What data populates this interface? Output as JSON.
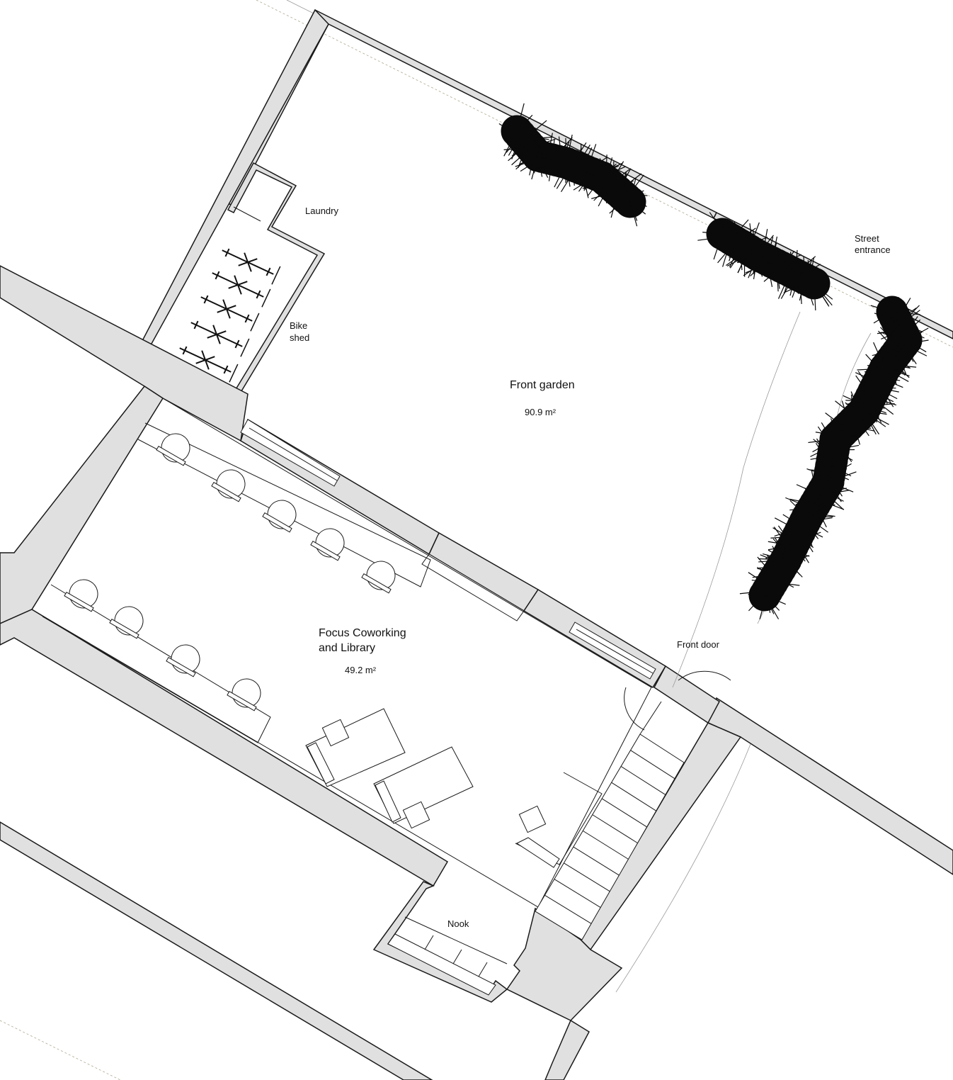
{
  "rooms": {
    "laundry": {
      "label": "Laundry"
    },
    "bike_shed": {
      "label_line1": "Bike",
      "label_line2": "shed"
    },
    "front_garden": {
      "label": "Front garden",
      "area": "90.9 m²"
    },
    "street_entrance": {
      "label_line1": "Street",
      "label_line2": "entrance"
    },
    "front_door": {
      "label": "Front door"
    },
    "coworking": {
      "label_line1": "Focus Coworking",
      "label_line2": "and Library",
      "area": "49.2 m²"
    },
    "nook": {
      "label": "Nook"
    }
  },
  "colors": {
    "wall_fill": "#e0e0e0",
    "line": "#1a1a1a",
    "hedge": "#0a0a0a",
    "background": "#ffffff"
  }
}
